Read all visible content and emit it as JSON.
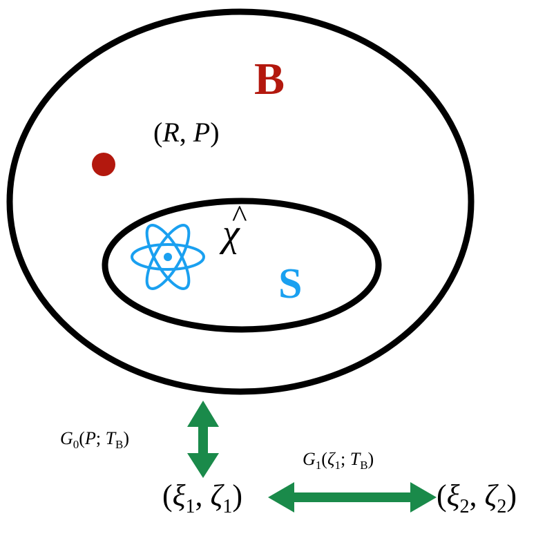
{
  "labels": {
    "bath": "B",
    "system": "S",
    "rp_open": "(",
    "rp_R": "R",
    "rp_sep": ", ",
    "rp_P": "P",
    "rp_close": ")",
    "chi": "χ",
    "chi_hat": "^",
    "g0_main": "G",
    "g0_sub": "0",
    "g0_arg": "P",
    "g0_sep": "; ",
    "g0_T": "T",
    "g0_Tsub": "B",
    "g1_main": "G",
    "g1_sub": "1",
    "g1_arg": "ζ",
    "g1_argsub": "1",
    "g1_sep": "; ",
    "g1_T": "T",
    "g1_Tsub": "B",
    "c1_xi": "ξ",
    "c1_xisub": "1",
    "c1_zeta": "ζ",
    "c1_zetasub": "1",
    "c2_xi": "ξ",
    "c2_xisub": "2",
    "c2_zeta": "ζ",
    "c2_zetasub": "2"
  },
  "colors": {
    "bath": "#b3180e",
    "system": "#1aa0f0",
    "arrow": "#1a8a4a",
    "outline": "#000000",
    "dot": "#b3180e"
  },
  "icons": {
    "atom": "atom-icon"
  }
}
